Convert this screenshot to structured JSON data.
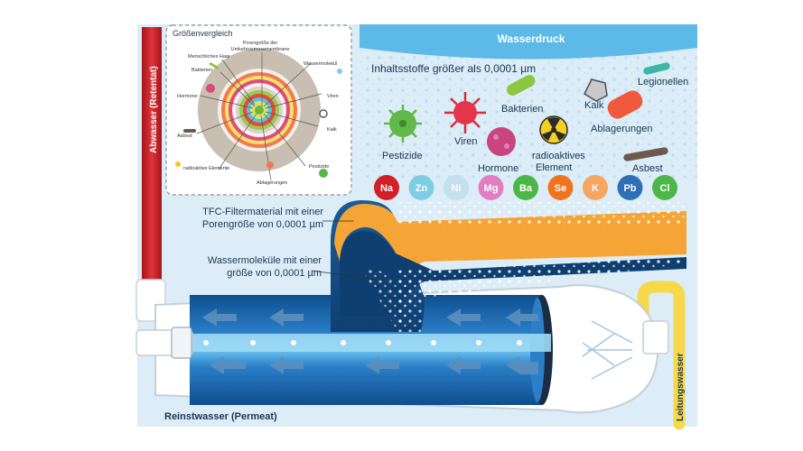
{
  "panel_title": "Größenvergleich",
  "pressure_label": "Wasserdruck",
  "contents_label": "Inhaltsstoffe größer als 0,0001 µm",
  "left_pipe_label": "Abwasser (Retentat)",
  "right_pipe_label": "Leitungswasser",
  "bottom_label": "Reinstwasser (Permeat)",
  "filter_note": [
    "TFC-Filtermaterial mit einer",
    "Porengröße von 0,0001 µm"
  ],
  "molecule_note": [
    "Wassermoleküle mit einer",
    "größe von 0,0001 µm"
  ],
  "contaminants": {
    "legionellen": "Legionellen",
    "bakterien": "Bakterien",
    "kalk": "Kalk",
    "ablagerungen": "Ablagerungen",
    "pestizide": "Pestizide",
    "viren": "Viren",
    "hormone": "Hormone",
    "radioaktiv": [
      "radioaktives",
      "Element"
    ],
    "asbest": "Asbest"
  },
  "ions": [
    "Na",
    "Zn",
    "Ni",
    "Mg",
    "Ba",
    "Se",
    "K",
    "Pb",
    "Cl"
  ],
  "ion_colors": [
    "#d21f28",
    "#7fcde4",
    "#c3e0ec",
    "#e27ec0",
    "#4cb748",
    "#f0741e",
    "#f7a563",
    "#2f6fb4",
    "#4cb748"
  ],
  "size_panel": {
    "pore": [
      "Porengröße der",
      "Umkehrosmosemembrane"
    ],
    "hair": "Menschliches Haar",
    "bacteria": "Bakterien",
    "hormone": "Hormone",
    "asbestos": "Asbest",
    "radioactive": "radioaktive Elemente",
    "deposits": "Ablagerungen",
    "water": "Wassermolekül",
    "virus": "Viren",
    "lime": "Kalk",
    "pesticide": "Pestizide"
  },
  "colors": {
    "sky": "#dcedf8",
    "banner": "#5db9e8",
    "navy": "#1d3550",
    "red_pipe": "#d12027",
    "yellow_pipe": "#f5d94a",
    "membrane_blue": "#0f5a9e",
    "filter_orange": "#f5a535"
  }
}
